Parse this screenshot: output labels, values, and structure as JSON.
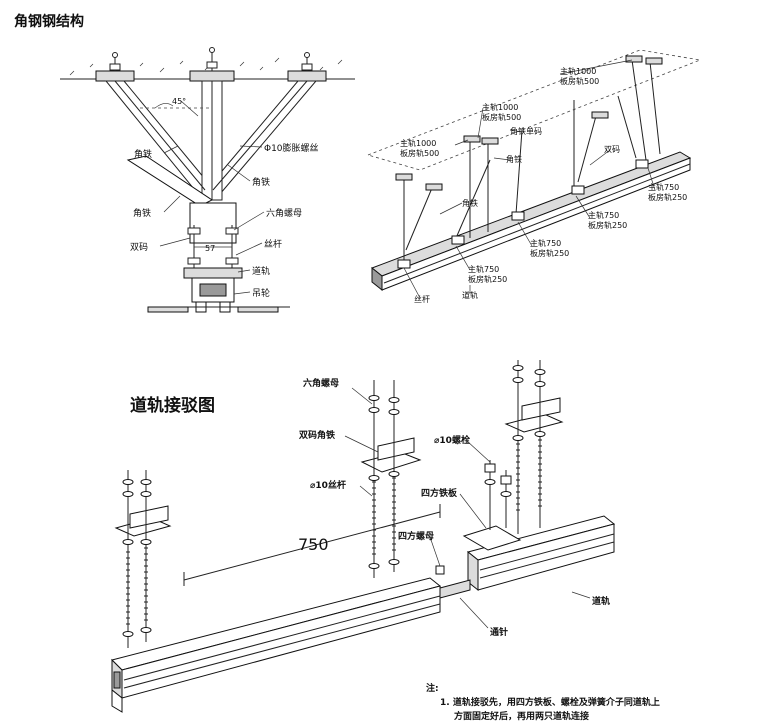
{
  "section1": {
    "title": "角钢钢结构",
    "left_labels": {
      "angle": "45°",
      "jiaotie1": "角铁",
      "bolt": "Φ10膨胀螺丝",
      "jiaotie2": "角铁",
      "jiaotie3": "角铁",
      "nut": "六角螺母",
      "shuangma": "双码",
      "dim57": "57",
      "rod": "丝杆",
      "track": "道轨",
      "wheel": "吊轮"
    },
    "right_labels": {
      "z1a": "主轨1000",
      "z1b": "板房轨500",
      "z2a": "主轨1000",
      "z2b": "板房轨500",
      "danma": "角铁单码",
      "z3a": "主轨1000",
      "z3b": "板房轨500",
      "jiaotie": "角铁",
      "shuangma": "双码",
      "z4a": "主轨750",
      "z4b": "板房轨250",
      "jiaotie_b": "角铁",
      "z5a": "主轨750",
      "z5b": "板房轨250",
      "z6a": "主轨750",
      "z6b": "板房轨250",
      "z7a": "主轨750",
      "z7b": "板房轨250",
      "rod": "丝杆",
      "track": "道轨"
    }
  },
  "section2": {
    "title": "道轨接驳图",
    "labels": {
      "nut": "六角螺母",
      "shuangma": "双码角铁",
      "bolt": "⌀10螺栓",
      "rod": "⌀10丝杆",
      "plate": "四方铁板",
      "sqnut": "四方螺母",
      "dim": "750",
      "track": "道轨",
      "pin": "通针"
    },
    "note_title": "注:",
    "note_line1": "1. 道轨接驳先，用四方铁板、螺栓及弹簧介子同道轨上",
    "note_line2": "方面固定好后，再用两只道轨连接"
  }
}
